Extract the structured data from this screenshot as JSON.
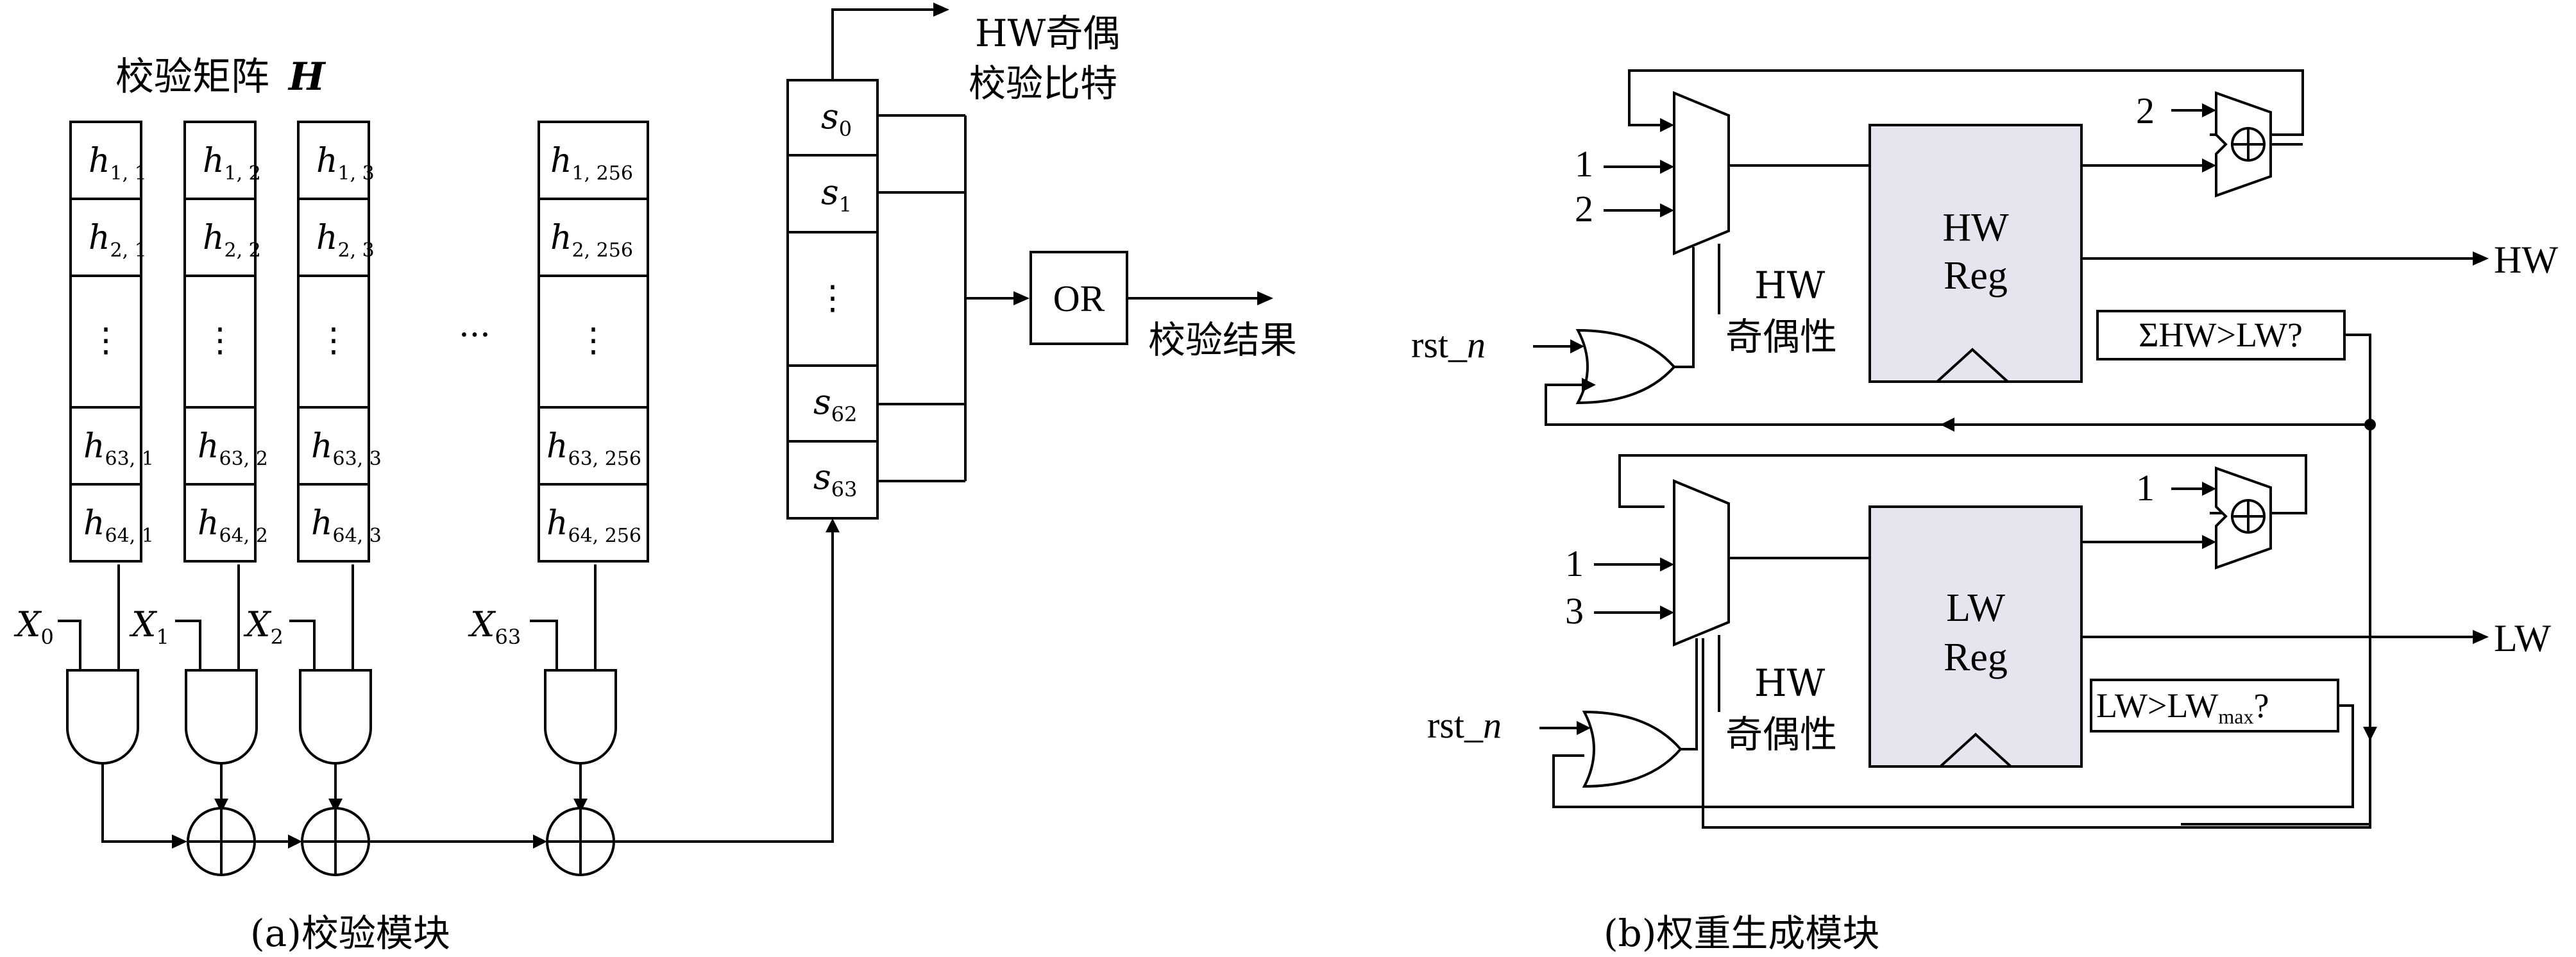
{
  "panel_a": {
    "matrix_title": "校验矩阵",
    "matrix_symbol": "H",
    "columns": [
      {
        "cells": [
          "h",
          "h",
          "⋮",
          "h",
          "h"
        ],
        "subs": [
          "1, 1",
          "2, 1",
          "",
          "63, 1",
          "64, 1"
        ],
        "input_base": "X",
        "input_sub": "0"
      },
      {
        "cells": [
          "h",
          "h",
          "⋮",
          "h",
          "h"
        ],
        "subs": [
          "1, 2",
          "2, 2",
          "",
          "63, 2",
          "64, 2"
        ],
        "input_base": "X",
        "input_sub": "1"
      },
      {
        "cells": [
          "h",
          "h",
          "⋮",
          "h",
          "h"
        ],
        "subs": [
          "1, 3",
          "2, 3",
          "",
          "63, 3",
          "64, 3"
        ],
        "input_base": "X",
        "input_sub": "2"
      },
      {
        "cells": [
          "h",
          "h",
          "⋮",
          "h",
          "h"
        ],
        "subs": [
          "1, 256",
          "2, 256",
          "",
          "63, 256",
          "64, 256"
        ],
        "input_base": "X",
        "input_sub": "63"
      }
    ],
    "ellipsis": "···",
    "syndrome": {
      "cells": [
        "s",
        "s",
        "⋮",
        "s",
        "s"
      ],
      "subs": [
        "0",
        "1",
        "",
        "62",
        "63"
      ]
    },
    "parity_out_line1": "HW奇偶",
    "parity_out_line2": "校验比特",
    "or_label": "OR",
    "result_label": "校验结果",
    "caption": "(a)校验模块"
  },
  "panel_b": {
    "top": {
      "mux_inputs": [
        "1",
        "2"
      ],
      "adder_input": "2",
      "reg_line1": "HW",
      "reg_line2": "Reg",
      "parity_line1": "HW",
      "parity_line2": "奇偶性",
      "rst_label": "rst_",
      "rst_n": "n",
      "compare_label": "ΣHW>LW?",
      "output": "HW"
    },
    "bottom": {
      "mux_inputs": [
        "1",
        "3"
      ],
      "adder_input": "1",
      "reg_line1": "LW",
      "reg_line2": "Reg",
      "parity_line1": "HW",
      "parity_line2": "奇偶性",
      "rst_label": "rst_",
      "rst_n": "n",
      "compare_main": "LW>LW",
      "compare_sub": "max",
      "compare_tail": "?",
      "output": "LW"
    },
    "caption": "(b)权重生成模块"
  }
}
